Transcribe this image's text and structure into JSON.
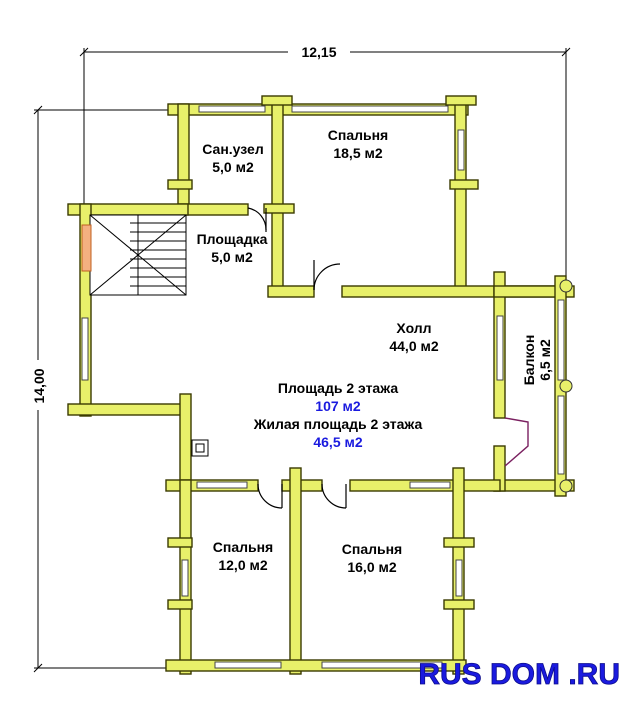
{
  "dimensions": {
    "width_label": "12,15",
    "height_label": "14,00"
  },
  "rooms": {
    "bathroom": {
      "name": "Сан.узел",
      "area": "5,0 м2"
    },
    "bedroom_top": {
      "name": "Спальня",
      "area": "18,5 м2"
    },
    "landing": {
      "name": "Площадка",
      "area": "5,0 м2"
    },
    "hall": {
      "name": "Холл",
      "area": "44,0 м2"
    },
    "balcony": {
      "name": "Балкон",
      "area": "6,5 м2"
    },
    "bedroom_left": {
      "name": "Спальня",
      "area": "12,0 м2"
    },
    "bedroom_right": {
      "name": "Спальня",
      "area": "16,0 м2"
    }
  },
  "summary": {
    "floor_area_label": "Площадь 2 этажа",
    "floor_area_value": "107 м2",
    "living_area_label": "Жилая площадь 2 этажа",
    "living_area_value": "46,5 м2"
  },
  "watermark": "RUS DOM .RU",
  "colors": {
    "wall": "#e8f06a",
    "area_highlight": "#1a1adf",
    "stair": "#f4b080"
  }
}
